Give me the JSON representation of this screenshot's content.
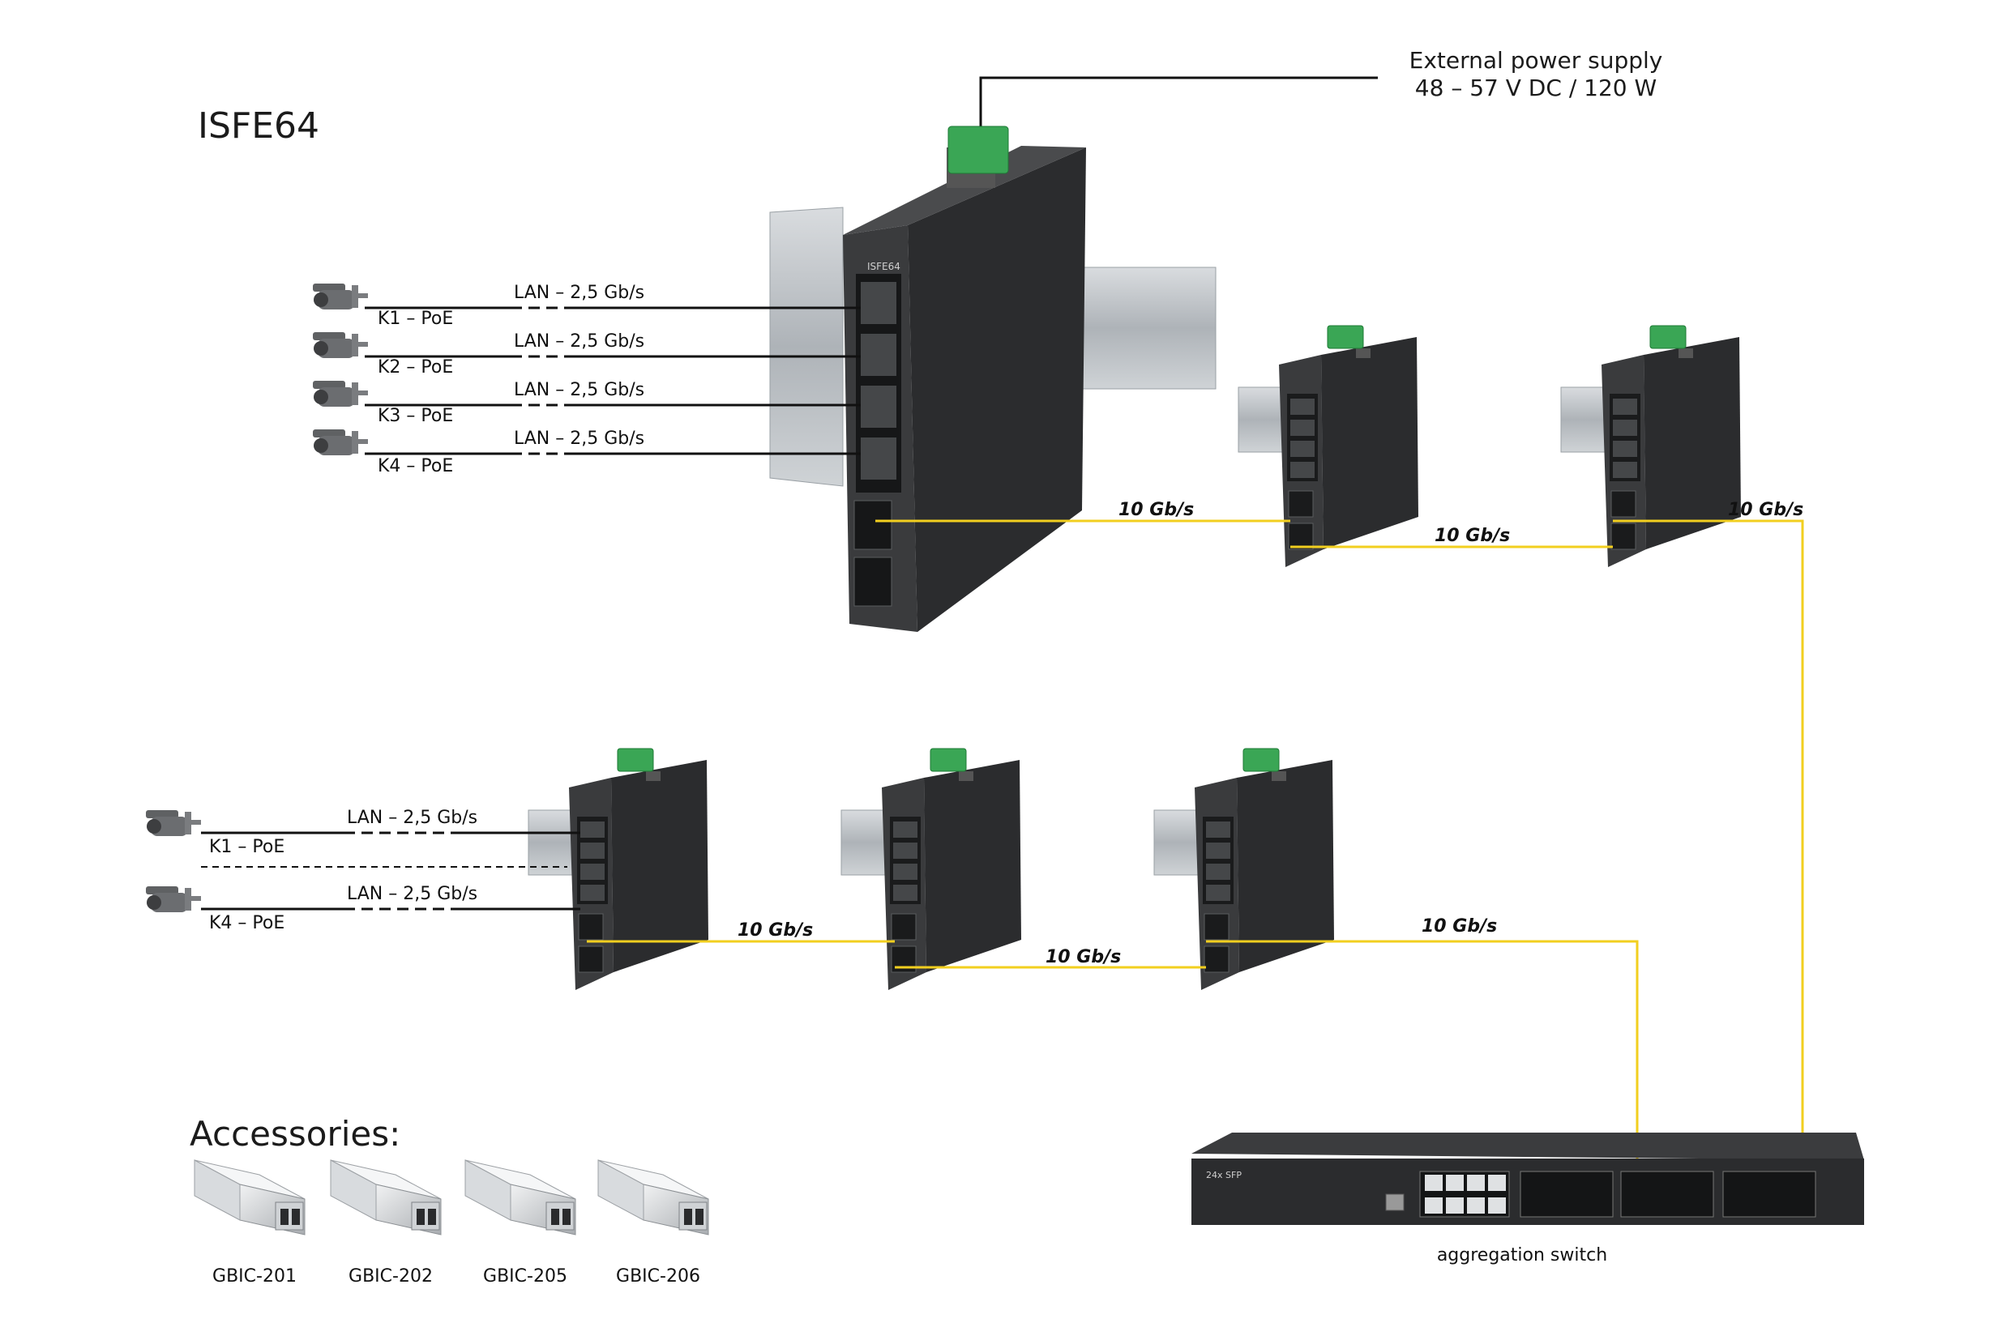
{
  "title": "ISFE64",
  "power": {
    "line1": "External power supply",
    "line2": "48 – 57 V DC / 120 W"
  },
  "top_row": {
    "cameras": [
      {
        "label": "K1 – PoE",
        "link": "LAN – 2,5 Gb/s"
      },
      {
        "label": "K2 – PoE",
        "link": "LAN – 2,5 Gb/s"
      },
      {
        "label": "K3 – PoE",
        "link": "LAN – 2,5 Gb/s"
      },
      {
        "label": "K4 – PoE",
        "link": "LAN – 2,5 Gb/s"
      }
    ],
    "links": [
      "10 Gb/s",
      "10 Gb/s",
      "10 Gb/s"
    ]
  },
  "bottom_row": {
    "cameras": [
      {
        "label": "K1 – PoE",
        "link": "LAN – 2,5 Gb/s"
      },
      {
        "label": "K4 – PoE",
        "link": "LAN – 2,5 Gb/s"
      }
    ],
    "links": [
      "10 Gb/s",
      "10 Gb/s",
      "10 Gb/s"
    ]
  },
  "device_label": "ISFE64",
  "aggregation": {
    "label": "aggregation switch",
    "panel_text": "24x SFP"
  },
  "accessories": {
    "title": "Accessories:",
    "items": [
      "GBIC-201",
      "GBIC-202",
      "GBIC-205",
      "GBIC-206"
    ]
  },
  "colors": {
    "fiber": "#f2cf1f",
    "switch_body": "#2b2c2e",
    "terminal": "#3aa655"
  }
}
